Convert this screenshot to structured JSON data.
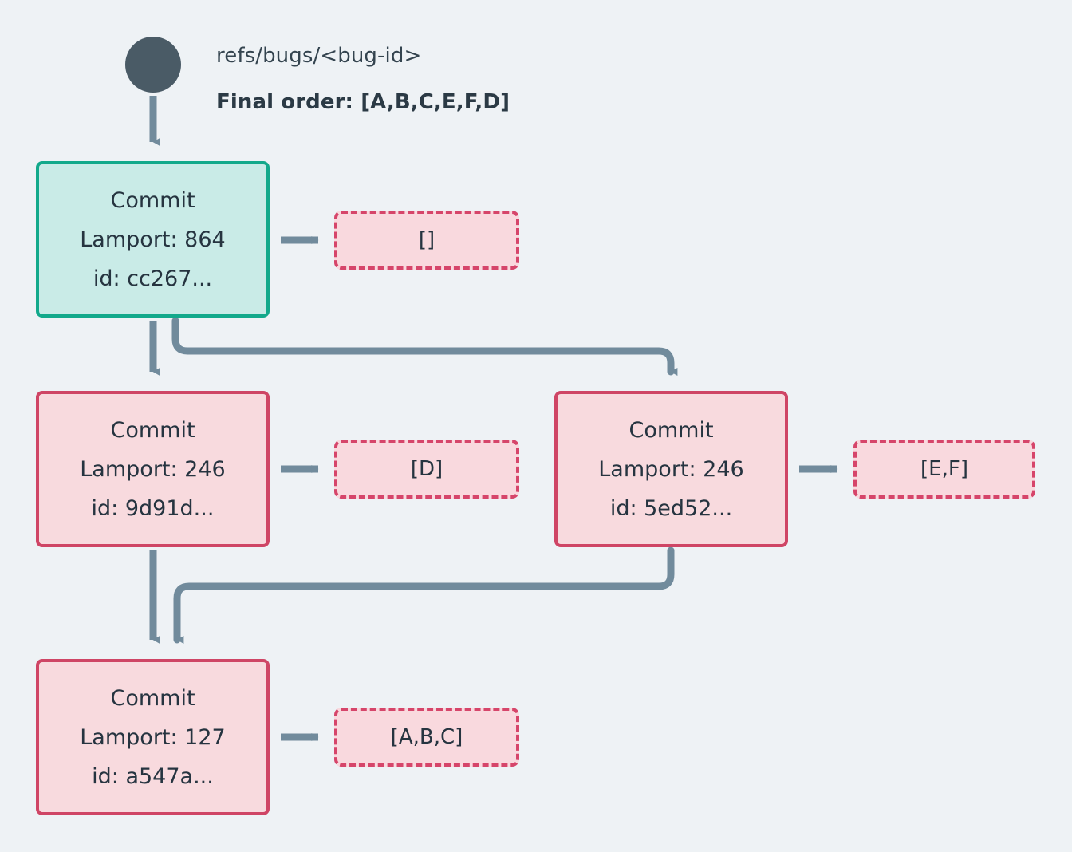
{
  "diagram": {
    "background_color": "#eef2f5",
    "ref_node": {
      "icon": "filled-circle",
      "label": "refs/bugs/<bug-id>",
      "final_order": "Final order: [A,B,C,E,F,D]"
    },
    "colors": {
      "head_border": "#12a98b",
      "head_fill": "#c9ebe7",
      "commit_border": "#cf4565",
      "commit_fill": "#f8dade",
      "ops_border": "#d6456a",
      "ops_fill": "#f9d9de",
      "edge": "#718b9c",
      "text": "#263440",
      "ref_circle": "#4a5b66"
    },
    "nodes": [
      {
        "id": "node-a",
        "type": "Commit",
        "lamport_label": "Lamport: 864",
        "lamport": 864,
        "id_label": "id: cc267...",
        "hash": "cc267",
        "is_head": true,
        "operations": "[]"
      },
      {
        "id": "node-b",
        "type": "Commit",
        "lamport_label": "Lamport: 246",
        "lamport": 246,
        "id_label": "id: 9d91d...",
        "hash": "9d91d",
        "is_head": false,
        "operations": "[D]"
      },
      {
        "id": "node-c",
        "type": "Commit",
        "lamport_label": "Lamport: 246",
        "lamport": 246,
        "id_label": "id: 5ed52...",
        "hash": "5ed52",
        "is_head": false,
        "operations": "[E,F]"
      },
      {
        "id": "node-d",
        "type": "Commit",
        "lamport_label": "Lamport: 127",
        "lamport": 127,
        "id_label": "id: a547a...",
        "hash": "a547a",
        "is_head": false,
        "operations": "[A,B,C]"
      }
    ]
  }
}
